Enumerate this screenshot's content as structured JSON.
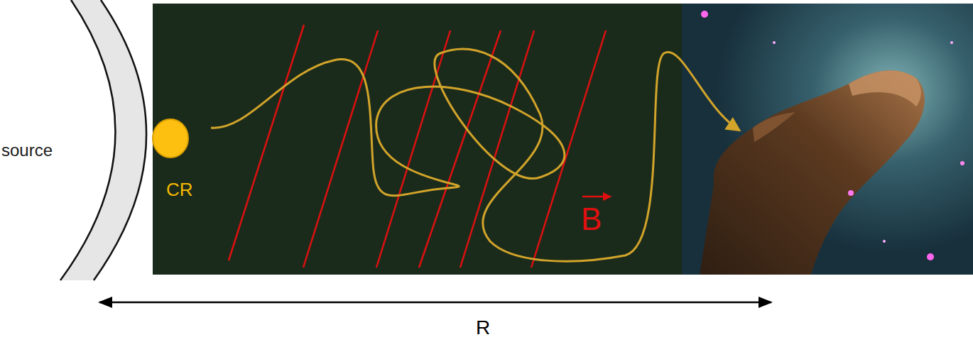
{
  "diagram": {
    "nodes": [
      {
        "text": [
          "source"
        ]
      },
      {
        "text": [
          "CR"
        ]
      }
    ],
    "labels": [
      "B",
      "R"
    ]
  }
}
